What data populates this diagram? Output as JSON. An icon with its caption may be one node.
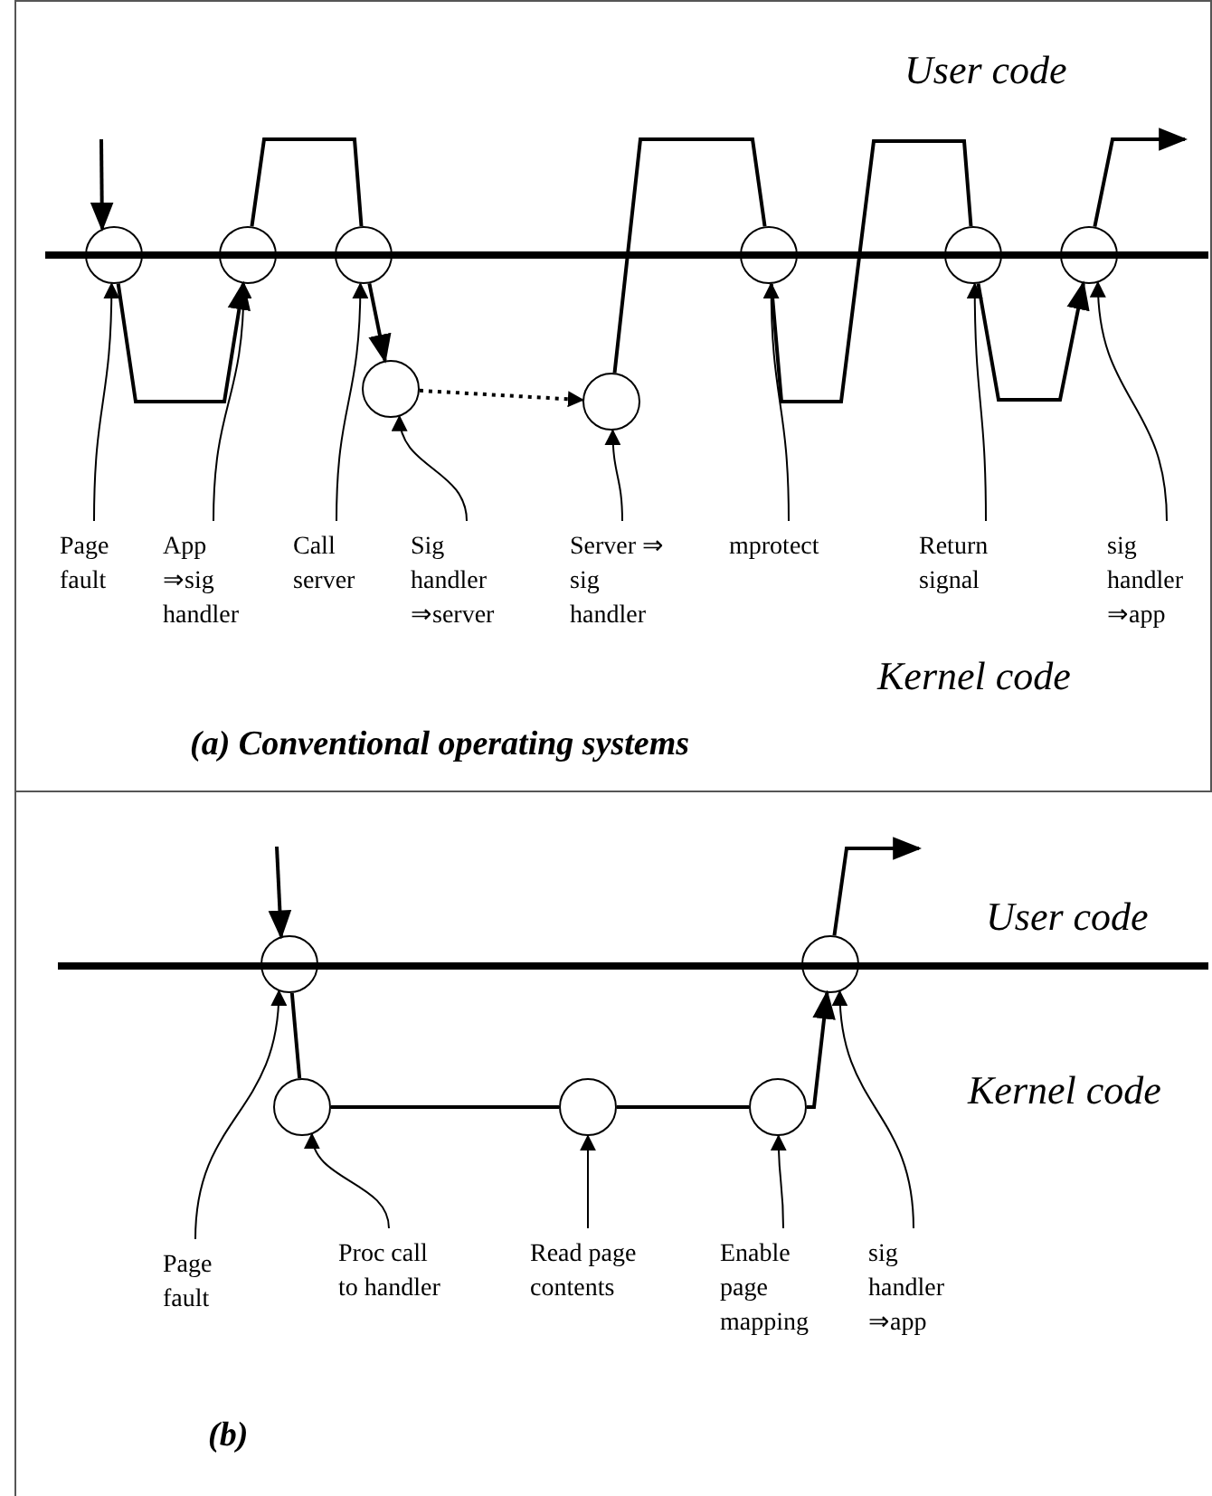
{
  "diagram": {
    "nodes": [
      {
        "text": [],
        "shape": "circle"
      },
      {
        "text": [],
        "shape": "circle"
      },
      {
        "text": [],
        "shape": "circle"
      },
      {
        "text": [],
        "shape": "circle"
      },
      {
        "text": [],
        "shape": "circle"
      },
      {
        "text": [],
        "shape": "circle"
      },
      {
        "text": [],
        "shape": "circle"
      },
      {
        "text": [],
        "shape": "circle"
      },
      {
        "text": [
          "Page fault"
        ]
      },
      {
        "text": [
          "App ⇒sig handler"
        ]
      },
      {
        "text": [
          "Call server"
        ]
      },
      {
        "text": [
          "Sig handler ⇒server"
        ]
      },
      {
        "text": [
          "Server ⇒ sig handler"
        ]
      },
      {
        "text": [
          "mprotect"
        ]
      },
      {
        "text": [
          "Return signal"
        ]
      },
      {
        "text": [
          "sig handler ⇒app"
        ]
      },
      {
        "text": [],
        "shape": "circle"
      },
      {
        "text": [],
        "shape": "circle"
      },
      {
        "text": [],
        "shape": "circle"
      },
      {
        "text": [],
        "shape": "circle"
      },
      {
        "text": [],
        "shape": "circle"
      },
      {
        "text": [
          "Page fault"
        ]
      },
      {
        "text": [
          "Proc call to handler"
        ]
      },
      {
        "text": [
          "Read page contents"
        ]
      },
      {
        "text": [
          "Enable page mapping"
        ]
      },
      {
        "text": [
          "sig handler ⇒app"
        ]
      }
    ],
    "edges": [
      {
        "from": 8,
        "to": 0,
        "arrow": "to"
      },
      {
        "from": 9,
        "to": 1,
        "arrow": "to"
      },
      {
        "from": 10,
        "to": 2,
        "arrow": "to"
      },
      {
        "from": 11,
        "to": 3,
        "arrow": "to"
      },
      {
        "from": 12,
        "to": 4,
        "arrow": "to"
      },
      {
        "from": 13,
        "to": 5,
        "arrow": "to"
      },
      {
        "from": 14,
        "to": 6,
        "arrow": "to"
      },
      {
        "from": 15,
        "to": 7,
        "arrow": "to"
      },
      {
        "from": 3,
        "to": 4,
        "arrow": "to",
        "style": "dashed"
      },
      {
        "from": 21,
        "to": 16,
        "arrow": "to"
      },
      {
        "from": 22,
        "to": 18,
        "arrow": "to"
      },
      {
        "from": 23,
        "to": 19,
        "arrow": "to"
      },
      {
        "from": 24,
        "to": 20,
        "arrow": "to"
      },
      {
        "from": 25,
        "to": 17,
        "arrow": "to"
      },
      {
        "from": null,
        "to": 0,
        "arrow": "to"
      },
      {
        "from": 0,
        "to": 1,
        "arrow": "to"
      },
      {
        "from": 1,
        "to": 2,
        "arrow": "none"
      },
      {
        "from": 2,
        "to": 3,
        "arrow": "to"
      },
      {
        "from": 4,
        "to": 5,
        "arrow": "none"
      },
      {
        "from": 5,
        "to": 6,
        "arrow": "none"
      },
      {
        "from": 6,
        "to": 7,
        "arrow": "to"
      },
      {
        "from": 7,
        "to": null,
        "arrow": "to"
      },
      {
        "from": null,
        "to": 16,
        "arrow": "to"
      },
      {
        "from": 16,
        "to": 18,
        "arrow": "none"
      },
      {
        "from": 18,
        "to": 19,
        "arrow": "none"
      },
      {
        "from": 19,
        "to": 20,
        "arrow": "none"
      },
      {
        "from": 20,
        "to": 17,
        "arrow": "to"
      },
      {
        "from": 17,
        "to": null,
        "arrow": "to"
      }
    ],
    "labels": [
      "User code",
      "Kernel code",
      "(a) Conventional operating systems",
      "User code",
      "Kernel code",
      "(b)"
    ]
  }
}
